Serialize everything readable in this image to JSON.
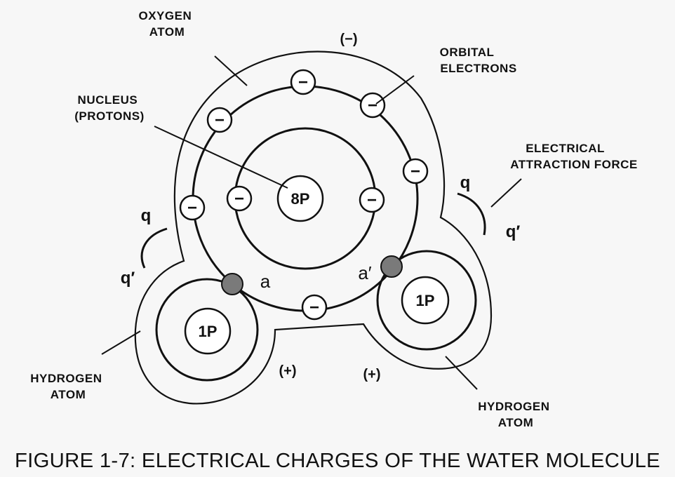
{
  "labels": {
    "oxygen_atom": [
      "OXYGEN",
      "ATOM"
    ],
    "negative_charge": "(−)",
    "orbital_electrons": [
      "ORBITAL",
      "ELECTRONS"
    ],
    "nucleus": [
      "NUCLEUS",
      "(PROTONS)"
    ],
    "electrical_attraction_force": [
      "ELECTRICAL",
      "ATTRACTION FORCE"
    ],
    "q": "q",
    "q_prime": "q′",
    "bond_a": "a",
    "bond_a_prime": "a′",
    "hydrogen_atom_left": [
      "HYDROGEN",
      "ATOM"
    ],
    "hydrogen_atom_right": [
      "HYDROGEN",
      "ATOM"
    ],
    "positive_charge_left": "(+)",
    "positive_charge_right": "(+)"
  },
  "nuclei": {
    "oxygen": "8P",
    "hydrogen_left": "1P",
    "hydrogen_right": "1P"
  },
  "electron_symbol": "−",
  "colors": {
    "ink": "#111111",
    "background": "#f7f7f7",
    "shared_electron": "#7a7a7a"
  },
  "caption": "FIGURE 1-7: ELECTRICAL CHARGES OF THE WATER MOLECULE"
}
